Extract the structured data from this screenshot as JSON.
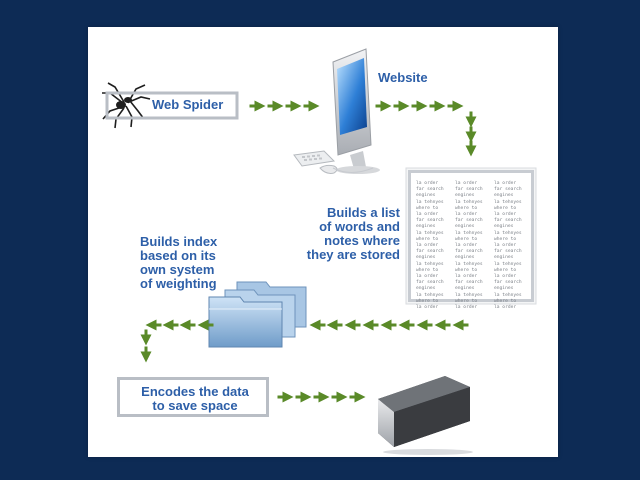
{
  "diagram": {
    "nodes": {
      "spider": {
        "label": "Web Spider",
        "icon": "spider-icon"
      },
      "website": {
        "label": "Website",
        "icon": "computer-icon"
      },
      "list": {
        "label": "Builds a list\nof words and\nnotes where\nthey are stored",
        "icon": "document-icon",
        "columns": [
          "la  order\nfar  search\nengines\nla  tehnyes\nwhere to\nla  order\nfar  search\nengines\nla  tehnyes\nwhere to\nla  order\nfar  search\nengines\nla  tehnyes\nwhere to\nla  order\nfar  search\nengines\nla  tehnyes\nwhere to\nla  order",
          "la  order\nfar  search\nengines\nla  tehnyes\nwhere to\nla  order\nfar  search\nengines\nla  tehnyes\nwhere to\nla  order\nfar  search\nengines\nla  tehnyes\nwhere to\nla  order\nfar  search\nengines\nla  tehnyes\nwhere to\nla  order",
          "la  order\nfar  search\nengines\nla  tehnyes\nwhere to\nla  order\nfar  search\nengines\nla  tehnyes\nwhere to\nla  order\nfar  search\nengines\nla  tehnyes\nwhere to\nla  order\nfar  search\nengines\nla  tehnyes\nwhere to\nla  order"
        ]
      },
      "index": {
        "label": "Builds index\nbased on its\nown system\nof weighting",
        "icon": "folders-icon"
      },
      "encode": {
        "label": "Encodes the data\nto save space"
      },
      "storage": {
        "icon": "hard-drive-icon"
      }
    },
    "colors": {
      "background": "#0d2b55",
      "panel": "#ffffff",
      "text": "#2d5fa8",
      "arrow": "#5a8a28",
      "box_border": "#b9bec5"
    }
  }
}
